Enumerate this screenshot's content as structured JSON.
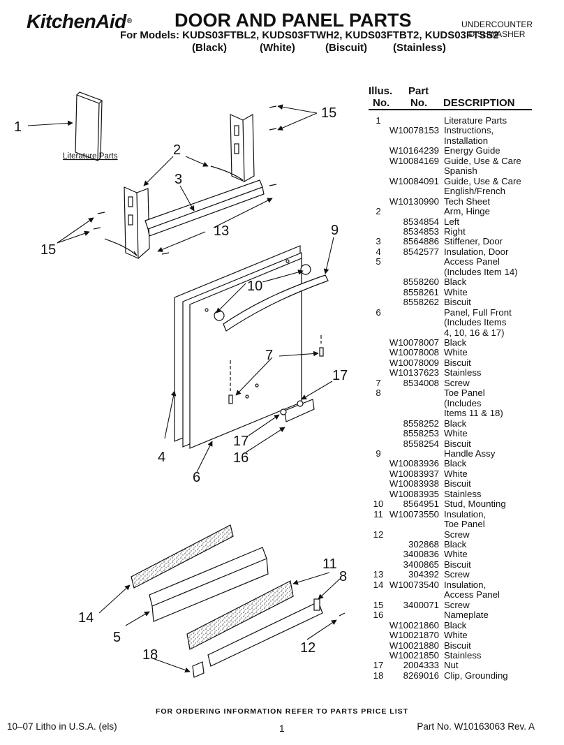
{
  "header": {
    "brand": "KitchenAid",
    "brand_mark": "®",
    "title": "DOOR AND PANEL PARTS",
    "models": "For Models: KUDS03FTBL2, KUDS03FTWH2, KUDS03FTBT2, KUDS03FTSS2",
    "colors": [
      "(Black)",
      "(White)",
      "(Biscuit)",
      "(Stainless)"
    ],
    "product_line1": "UNDERCOUNTER",
    "product_line2": "DISHWASHER"
  },
  "table": {
    "headers": {
      "illus1": "Illus.",
      "illus2": "No.",
      "part1": "Part",
      "part2": "No.",
      "desc": "DESCRIPTION"
    },
    "rows": [
      [
        "1",
        "",
        "Literature Parts"
      ],
      [
        "",
        "W10078153",
        "Instructions,"
      ],
      [
        "",
        "",
        "Installation"
      ],
      [
        "",
        "W10164239",
        "Energy Guide"
      ],
      [
        "",
        "W10084169",
        "Guide, Use & Care"
      ],
      [
        "",
        "",
        "Spanish"
      ],
      [
        "",
        "W10084091",
        "Guide, Use & Care"
      ],
      [
        "",
        "",
        "English/French"
      ],
      [
        "",
        "W10130990",
        "Tech Sheet"
      ],
      [
        "2",
        "",
        "Arm, Hinge"
      ],
      [
        "",
        "8534854",
        "Left"
      ],
      [
        "",
        "8534853",
        "Right"
      ],
      [
        "3",
        "8564886",
        "Stiffener, Door"
      ],
      [
        "4",
        "8542577",
        "Insulation, Door"
      ],
      [
        "5",
        "",
        "Access Panel"
      ],
      [
        "",
        "",
        "(Includes Item 14)"
      ],
      [
        "",
        "8558260",
        "Black"
      ],
      [
        "",
        "8558261",
        "White"
      ],
      [
        "",
        "8558262",
        "Biscuit"
      ],
      [
        "6",
        "",
        "Panel, Full Front"
      ],
      [
        "",
        "",
        "(Includes Items"
      ],
      [
        "",
        "",
        "4, 10, 16 & 17)"
      ],
      [
        "",
        "W10078007",
        "Black"
      ],
      [
        "",
        "W10078008",
        "White"
      ],
      [
        "",
        "W10078009",
        "Biscuit"
      ],
      [
        "",
        "W10137623",
        "Stainless"
      ],
      [
        "7",
        "8534008",
        "Screw"
      ],
      [
        "8",
        "",
        "Toe Panel"
      ],
      [
        "",
        "",
        "(Includes"
      ],
      [
        "",
        "",
        "Items 11 & 18)"
      ],
      [
        "",
        "8558252",
        "Black"
      ],
      [
        "",
        "8558253",
        "White"
      ],
      [
        "",
        "8558254",
        "Biscuit"
      ],
      [
        "9",
        "",
        "Handle Assy"
      ],
      [
        "",
        "W10083936",
        "Black"
      ],
      [
        "",
        "W10083937",
        "White"
      ],
      [
        "",
        "W10083938",
        "Biscuit"
      ],
      [
        "",
        "W10083935",
        "Stainless"
      ],
      [
        "10",
        "8564951",
        "Stud, Mounting"
      ],
      [
        "11",
        "W10073550",
        "Insulation,"
      ],
      [
        "",
        "",
        "Toe Panel"
      ],
      [
        "12",
        "",
        "Screw"
      ],
      [
        "",
        "302868",
        "Black"
      ],
      [
        "",
        "3400836",
        "White"
      ],
      [
        "",
        "3400865",
        "Biscuit"
      ],
      [
        "13",
        "304392",
        "Screw"
      ],
      [
        "14",
        "W10073540",
        "Insulation,"
      ],
      [
        "",
        "",
        "Access Panel"
      ],
      [
        "15",
        "3400071",
        "Screw"
      ],
      [
        "16",
        "",
        "Nameplate"
      ],
      [
        "",
        "W10021860",
        "Black"
      ],
      [
        "",
        "W10021870",
        "White"
      ],
      [
        "",
        "W10021880",
        "Biscuit"
      ],
      [
        "",
        "W10021850",
        "Stainless"
      ],
      [
        "17",
        "2004333",
        "Nut"
      ],
      [
        "18",
        "8269016",
        "Clip, Grounding"
      ]
    ]
  },
  "diagram": {
    "literature_label": "Literature Parts",
    "callouts": {
      "c1": "1",
      "c2": "2",
      "c3": "3",
      "c4": "4",
      "c5": "5",
      "c6": "6",
      "c7": "7",
      "c8": "8",
      "c9": "9",
      "c10": "10",
      "c11": "11",
      "c12": "12",
      "c13": "13",
      "c14": "14",
      "c15a": "15",
      "c15b": "15",
      "c16": "16",
      "c17a": "17",
      "c17b": "17",
      "c18": "18"
    }
  },
  "footer": {
    "order_note": "FOR ORDERING INFORMATION REFER TO PARTS PRICE LIST",
    "litho": "10–07 Litho in U.S.A. (els)",
    "page": "1",
    "part_number": "Part No. W10163063 Rev. A"
  }
}
